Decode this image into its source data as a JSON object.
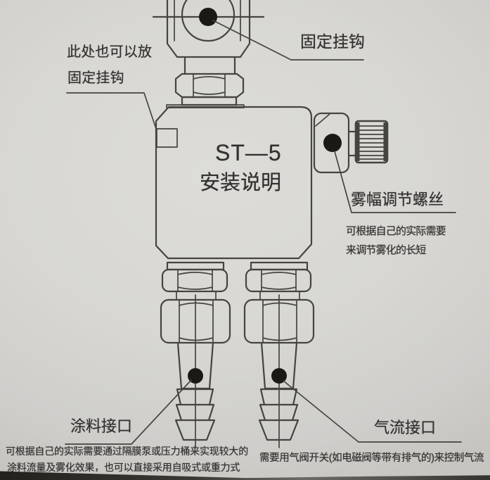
{
  "title": {
    "model": "ST—5",
    "subtitle": "安装说明"
  },
  "labels": {
    "top_left_line1": "此处也可以放",
    "top_left_line2": "固定挂钩",
    "top_right": "固定挂钩",
    "spray_width_screw": "雾幅调节螺丝",
    "spray_width_note_line1": "可根据自己的实际需要",
    "spray_width_note_line2": "来调节雾化的长短",
    "paint_port": "涂料接口",
    "air_port": "气流接口",
    "paint_note_line1": "可根据自己的实际需要通过隔膜泵或压力桶来实现较大的",
    "paint_note_line2": "涂料流量及雾化效果，也可以直接采用自吸式或重力式",
    "air_note": "需要用气阀开关(如电磁阀等带有排气的)来控制气流"
  },
  "colors": {
    "paper": "#d8d7d3",
    "line": "#454440",
    "text": "#33312f",
    "dot": "#1a1914",
    "edge": "#32312c"
  }
}
